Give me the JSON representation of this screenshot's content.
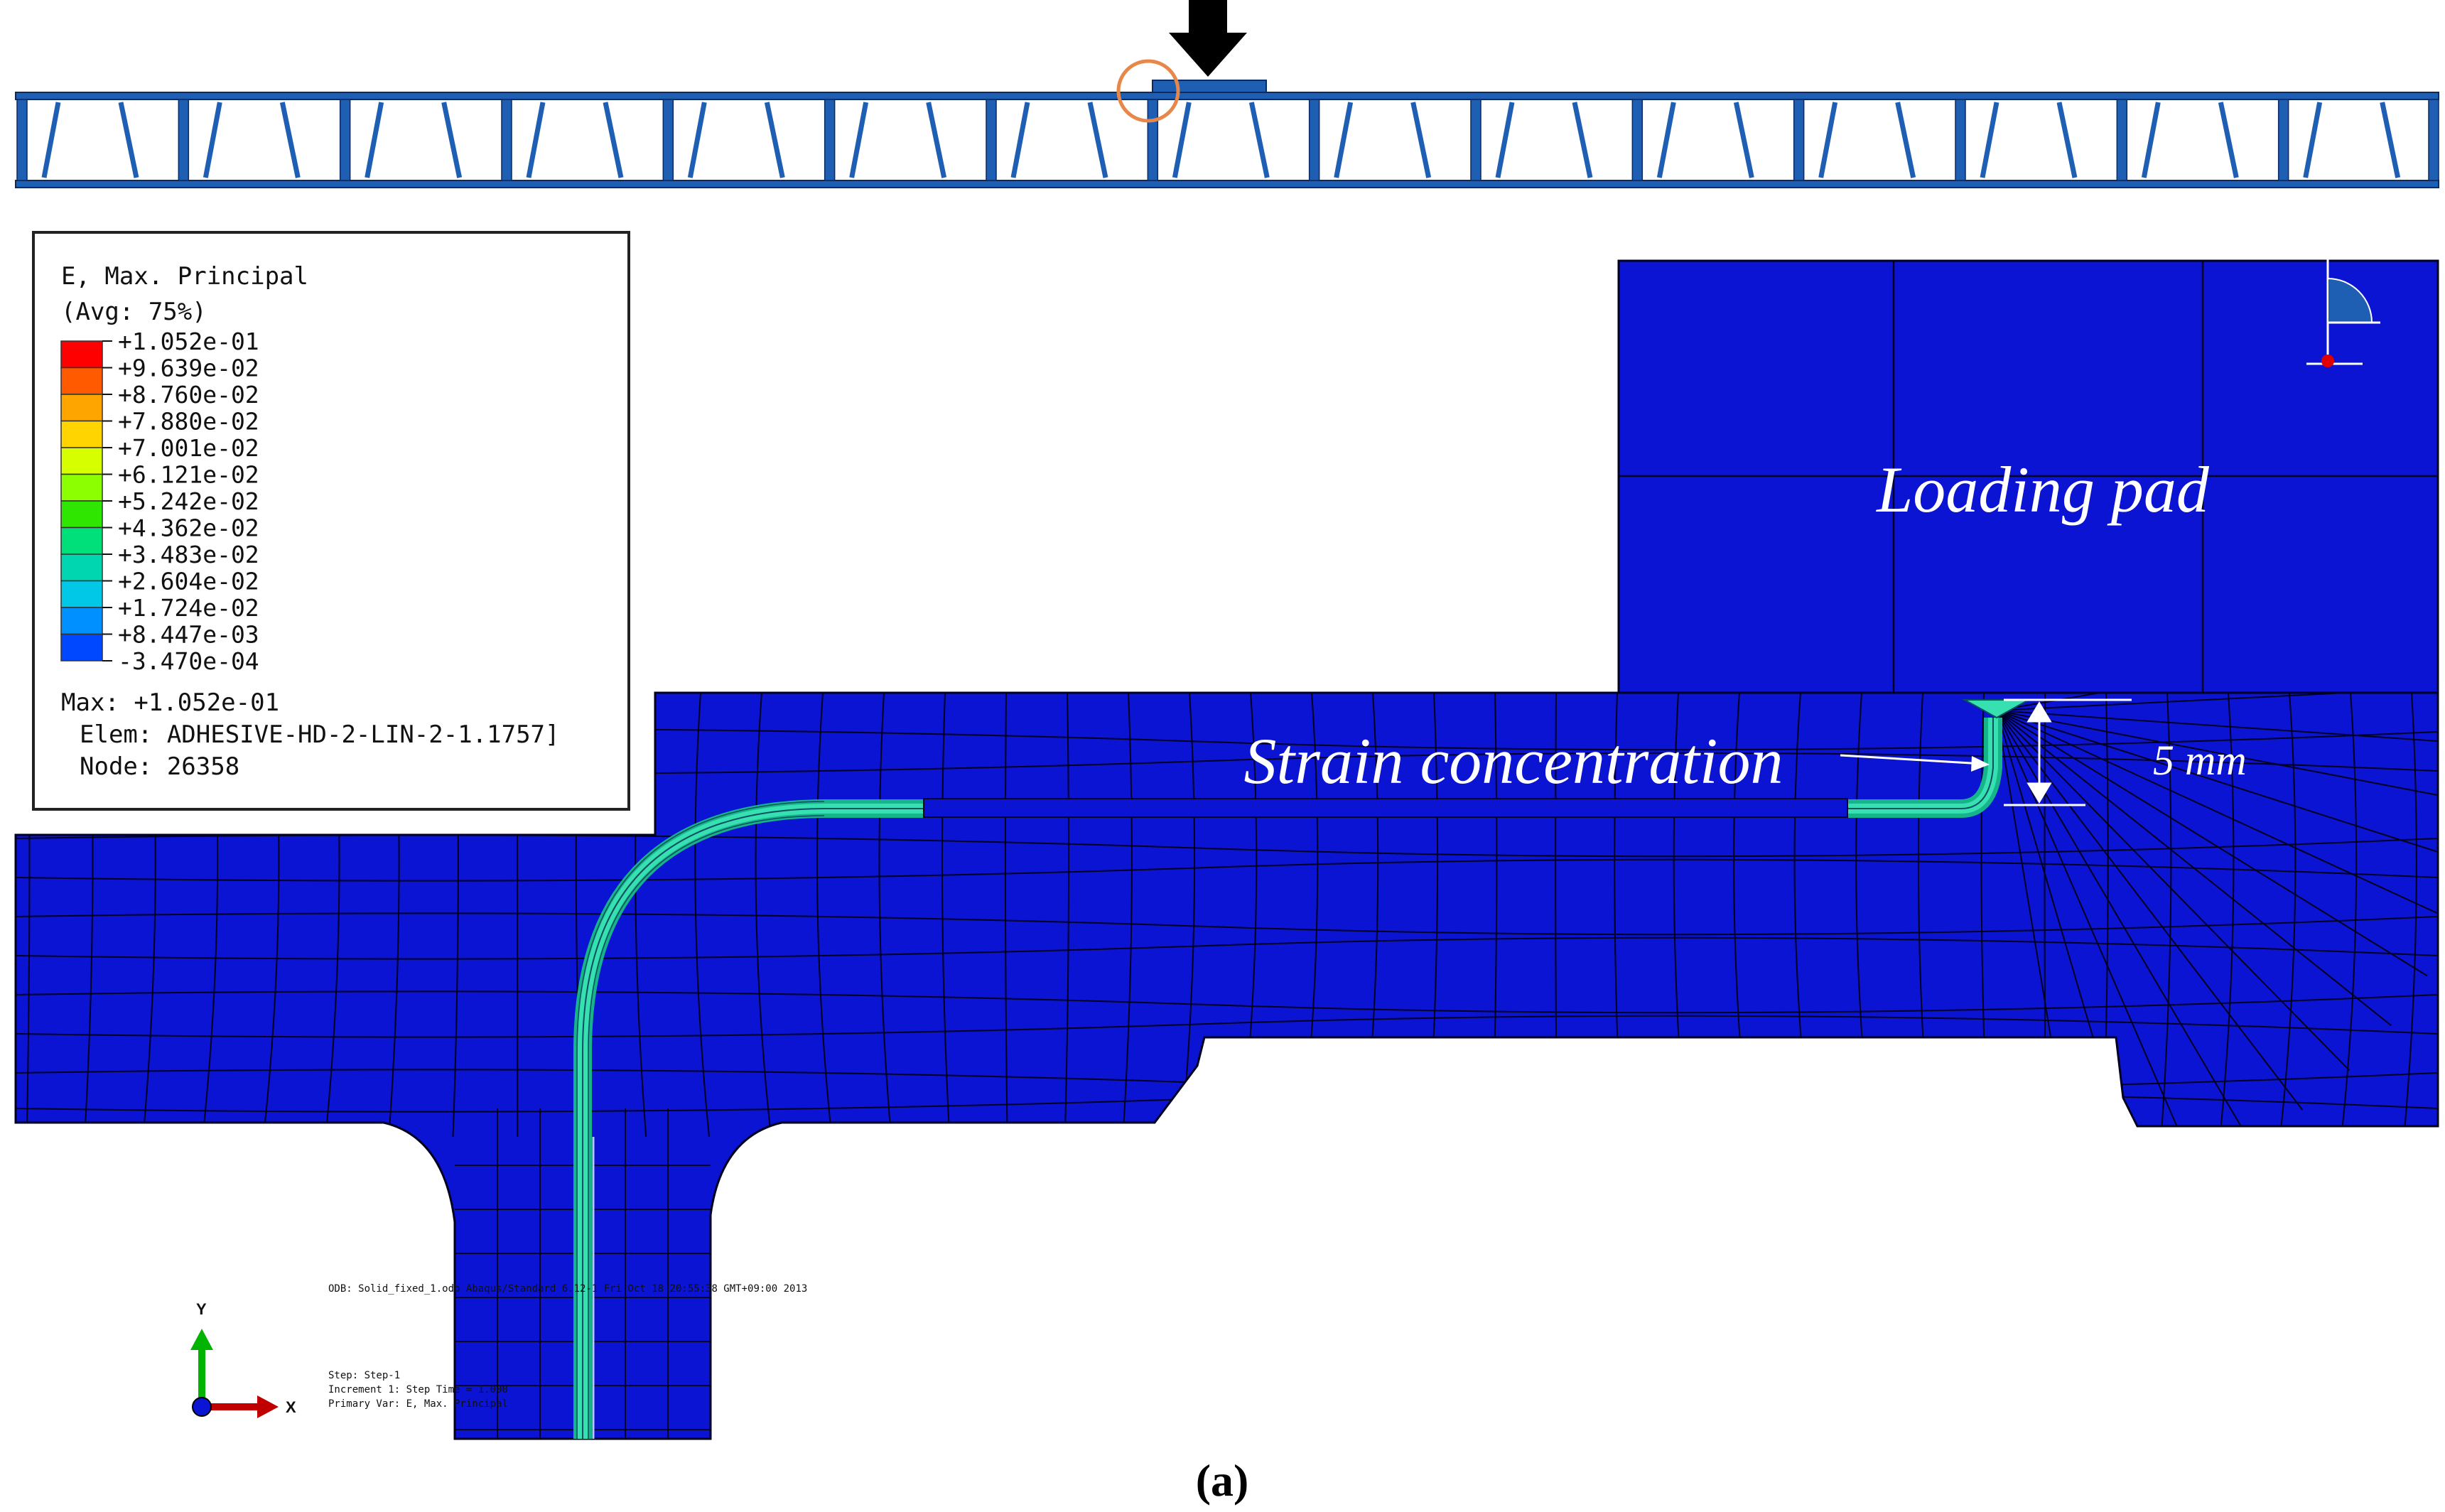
{
  "legend": {
    "title_line1": "E, Max. Principal",
    "title_line2": "(Avg: 75%)",
    "levels": [
      "+1.052e-01",
      "+9.639e-02",
      "+8.760e-02",
      "+7.880e-02",
      "+7.001e-02",
      "+6.121e-02",
      "+5.242e-02",
      "+4.362e-02",
      "+3.483e-02",
      "+2.604e-02",
      "+1.724e-02",
      "+8.447e-03",
      "-3.470e-04"
    ],
    "band_colors": [
      "#ff0000",
      "#ff5a00",
      "#ffa500",
      "#ffd400",
      "#d6ff00",
      "#8cff00",
      "#2ee600",
      "#00e07a",
      "#00d6b0",
      "#00c8e6",
      "#0090ff",
      "#0048ff"
    ],
    "max_line": "Max: +1.052e-01",
    "elem_line": "Elem: ADHESIVE-HD-2-LIN-2-1.1757]",
    "node_line": "Node: 26358"
  },
  "annotations": {
    "loading_pad": "Loading pad",
    "strain_concentration": "Strain concentration",
    "dimension": "5 mm",
    "caption": "(a)"
  },
  "footer": {
    "odb_line": "ODB: Solid_fixed_1.odb    Abaqus/Standard 6.12-1    Fri Oct 18 20:55:38 GMT+09:00 2013",
    "step_line": "Step: Step-1",
    "increment_line": "Increment    1: Step Time =    1.000",
    "primary_var_line": "Primary Var: E, Max. Principal"
  },
  "triad": {
    "x_label": "X",
    "y_label": "Y"
  },
  "colors": {
    "mesh_blue": "#0a14d2",
    "mesh_line": "#000020",
    "adhesive_green": "#2ee0a0",
    "panel_blue": "#1e5fb4",
    "marker_orange": "#e8874a"
  }
}
